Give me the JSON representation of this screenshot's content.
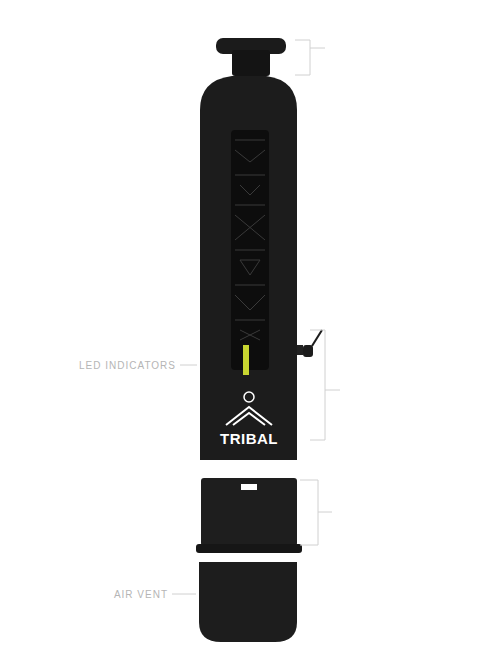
{
  "diagram": {
    "labels": [
      "LED INDICATORS",
      "TRIBAL",
      "AIR VENT"
    ]
  }
}
